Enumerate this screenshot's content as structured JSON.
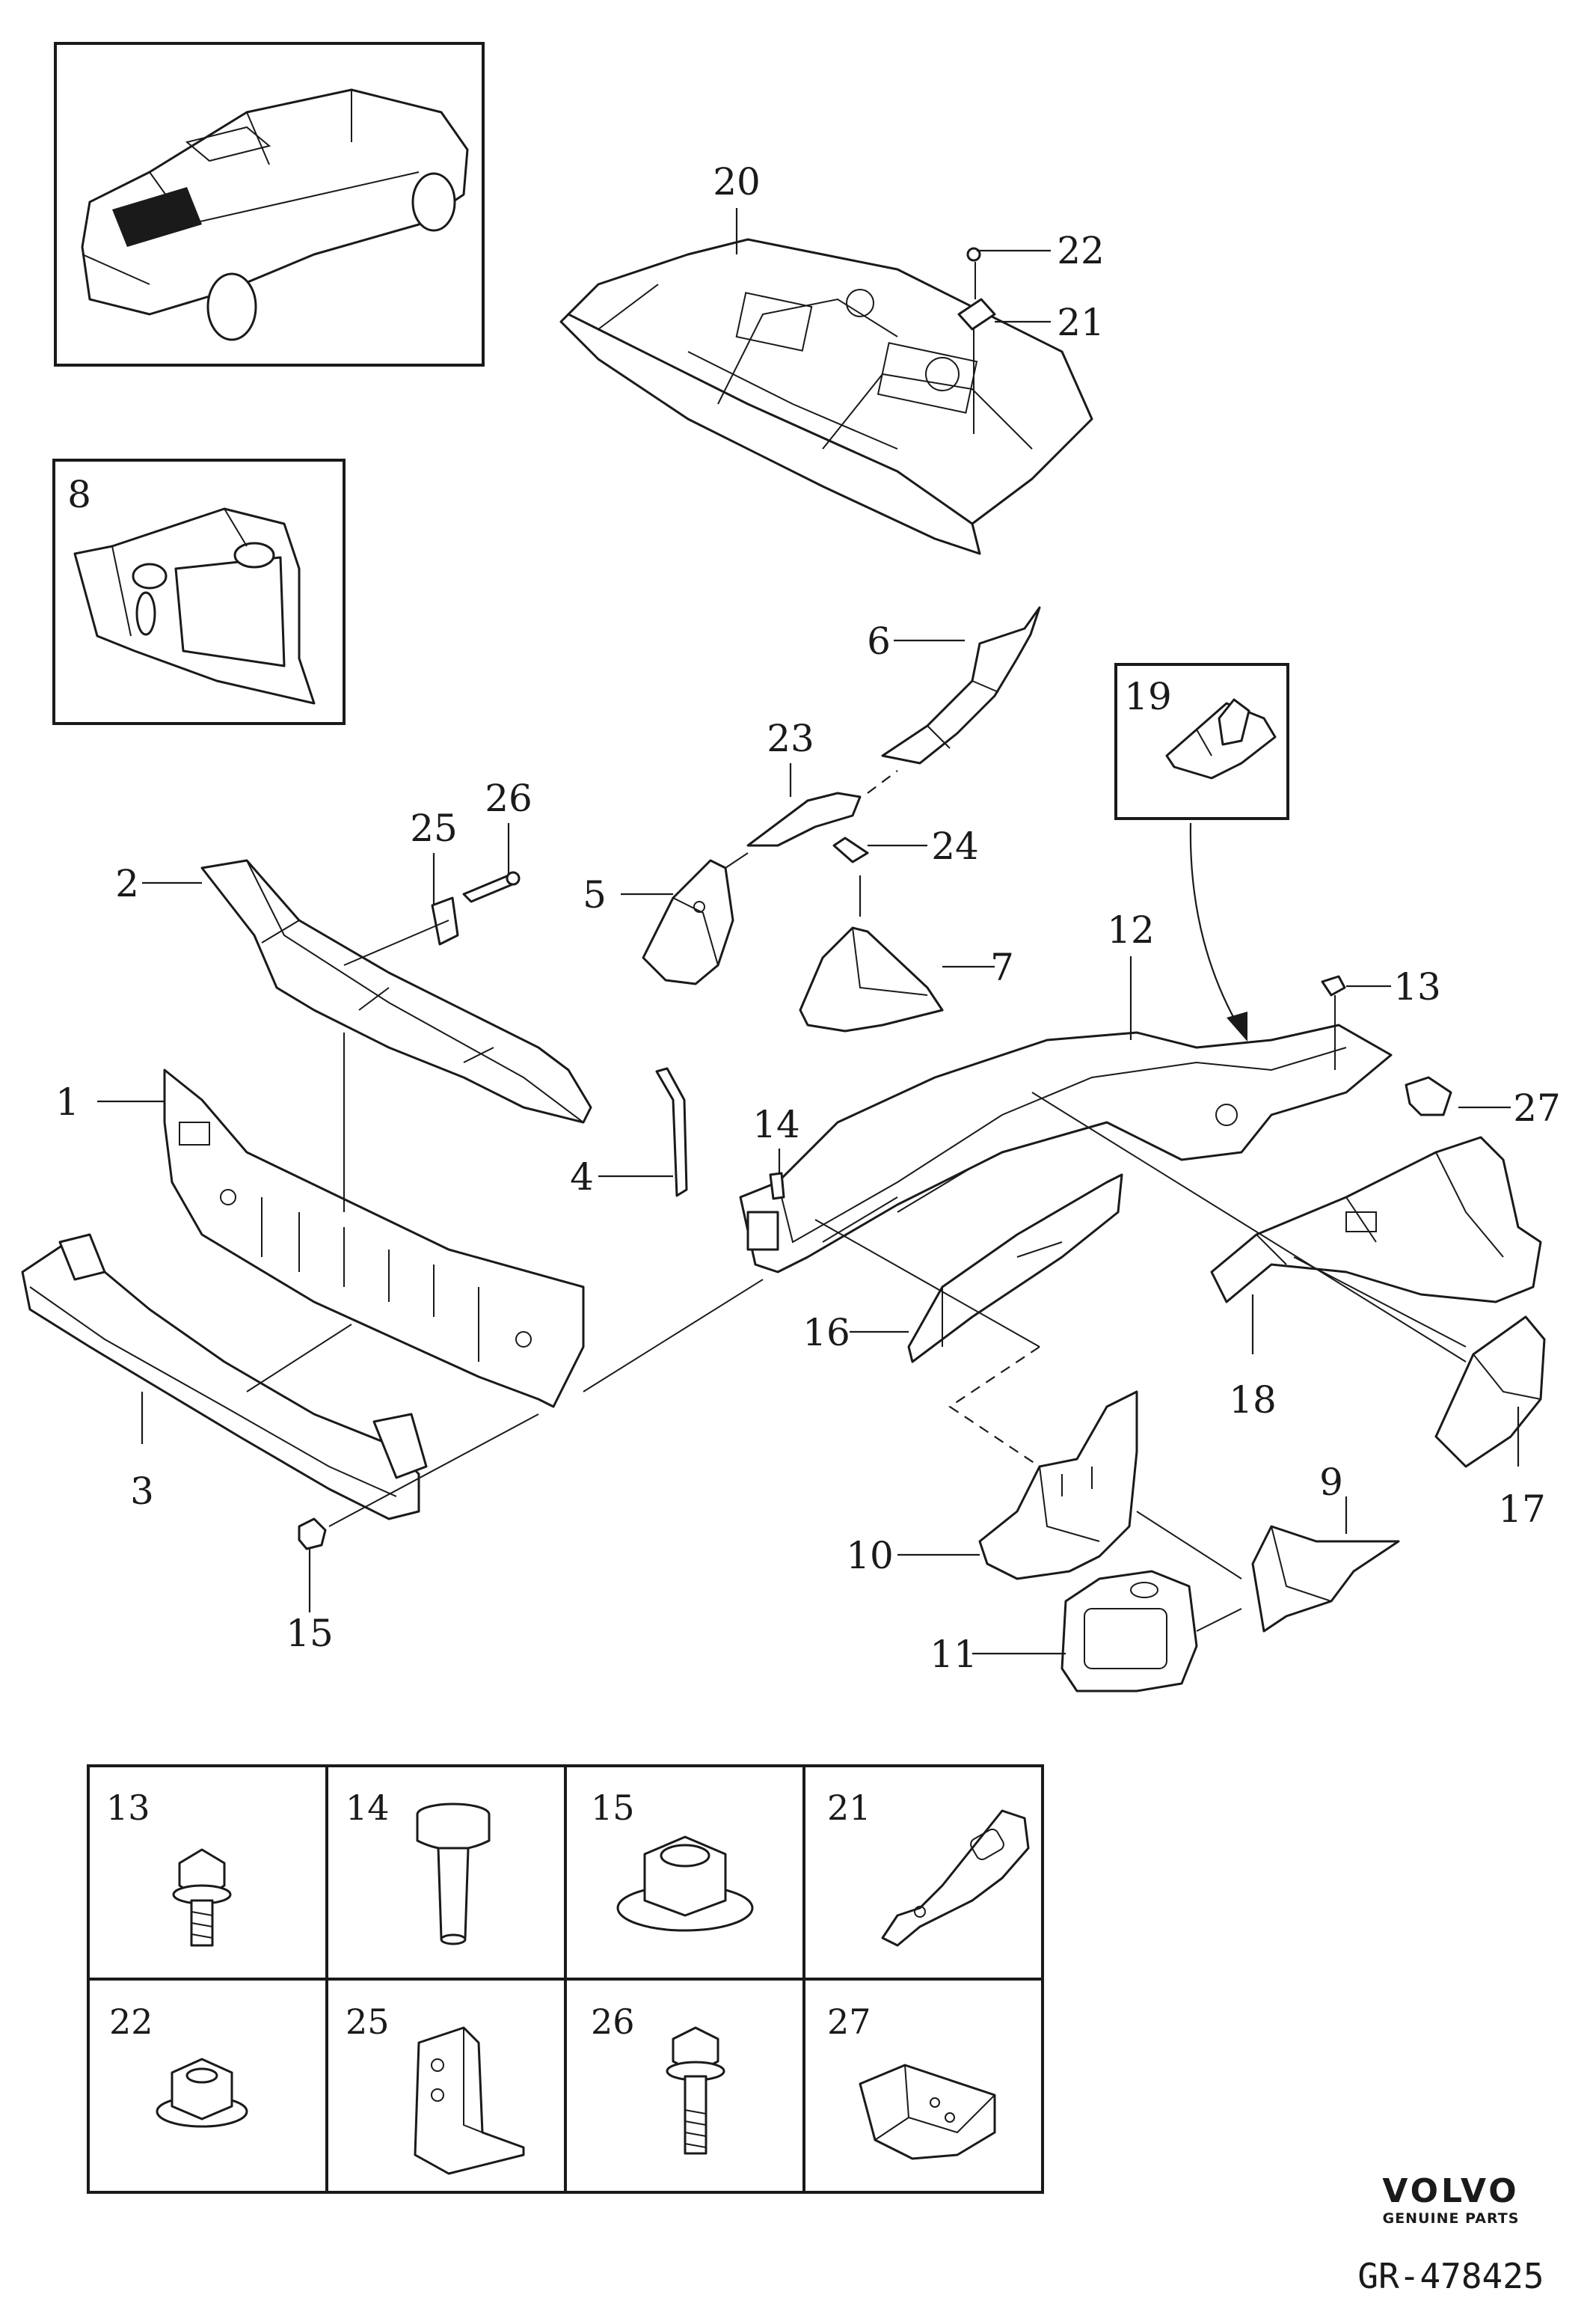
{
  "callouts": [
    {
      "id": "c1",
      "label": "1"
    },
    {
      "id": "c2",
      "label": "2"
    },
    {
      "id": "c3",
      "label": "3"
    },
    {
      "id": "c4",
      "label": "4"
    },
    {
      "id": "c5",
      "label": "5"
    },
    {
      "id": "c6",
      "label": "6"
    },
    {
      "id": "c7",
      "label": "7"
    },
    {
      "id": "c8",
      "label": "8"
    },
    {
      "id": "c9",
      "label": "9"
    },
    {
      "id": "c10",
      "label": "10"
    },
    {
      "id": "c11",
      "label": "11"
    },
    {
      "id": "c12",
      "label": "12"
    },
    {
      "id": "c13",
      "label": "13"
    },
    {
      "id": "c14",
      "label": "14"
    },
    {
      "id": "c15",
      "label": "15"
    },
    {
      "id": "c16",
      "label": "16"
    },
    {
      "id": "c17",
      "label": "17"
    },
    {
      "id": "c18",
      "label": "18"
    },
    {
      "id": "c19",
      "label": "19"
    },
    {
      "id": "c20",
      "label": "20"
    },
    {
      "id": "c21",
      "label": "21"
    },
    {
      "id": "c22",
      "label": "22"
    },
    {
      "id": "c23",
      "label": "23"
    },
    {
      "id": "c24",
      "label": "24"
    },
    {
      "id": "c25",
      "label": "25"
    },
    {
      "id": "c26",
      "label": "26"
    },
    {
      "id": "c27",
      "label": "27"
    }
  ],
  "detail_grid": [
    "13",
    "14",
    "15",
    "21",
    "22",
    "25",
    "26",
    "27"
  ],
  "brand": {
    "name": "VOLVO",
    "subtitle": "GENUINE PARTS"
  },
  "reference": "GR-478425",
  "colors": {
    "line": "#1a1a1a",
    "background": "#ffffff"
  }
}
